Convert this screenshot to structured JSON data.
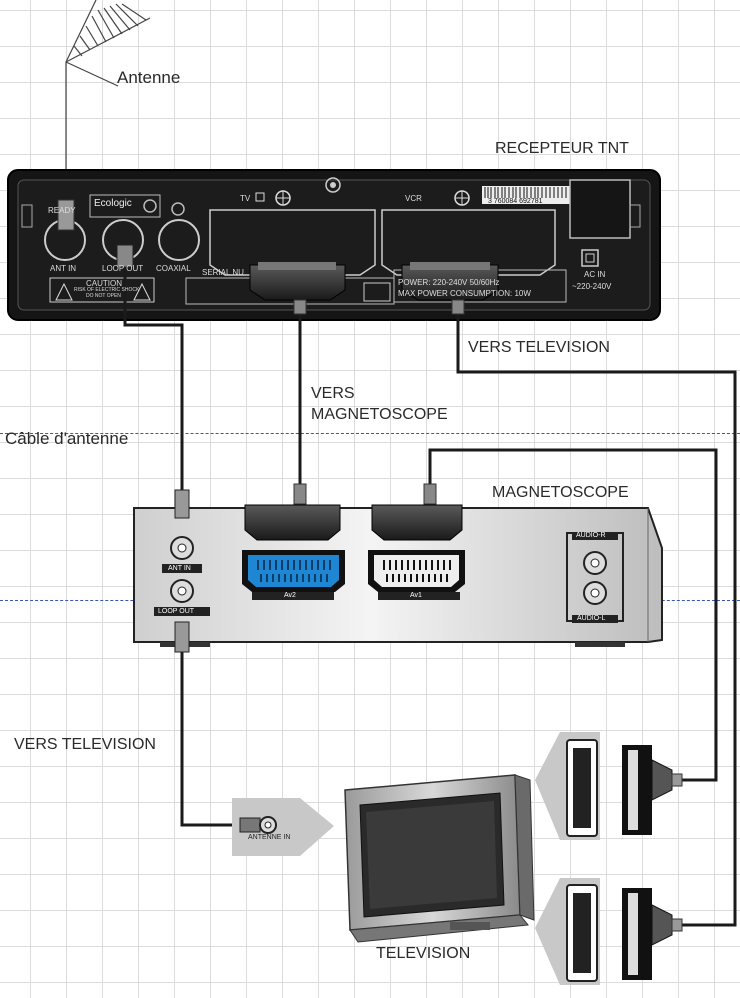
{
  "labels": {
    "antenna": "Antenne",
    "receiver": "RECEPTEUR TNT",
    "to_tv_top": "VERS TELEVISION",
    "to_vcr_line1": "VERS",
    "to_vcr_line2": "MAGNETOSCOPE",
    "antenna_cable": "Câble d'antenne",
    "vcr": "MAGNETOSCOPE",
    "to_tv_left": "VERS TELEVISION",
    "television": "TELEVISION",
    "antenne_in": "ANTENNE IN"
  },
  "receiver_panel": {
    "brand": "Ecologic",
    "ready": "READY",
    "ant_in": "ANT IN",
    "loop_out": "LOOP OUT",
    "coaxial": "COAXIAL",
    "serial": "SERIAL NU",
    "tv": "TV",
    "vcr": "VCR",
    "barcode": "3 760084 692781",
    "caution": "CAUTION",
    "caution_sub1": "RISK OF ELECTRIC SHOCK",
    "caution_sub2": "DO NOT OPEN",
    "power_line1": "POWER: 220-240V 50/60Hz",
    "power_line2": "MAX POWER CONSUMPTION: 10W",
    "ac_in": "AC IN",
    "ac_range": "~220-240V"
  },
  "vcr_panel": {
    "ant_in": "ANT IN",
    "loop_out": "LOOP OUT",
    "av2": "Av2",
    "av1": "Av1",
    "audio_r": "AUDIO-R",
    "audio_l": "AUDIO-L"
  },
  "colors": {
    "cable": "#1a1a1a",
    "grid": "#dcdcdc",
    "dash": "#3b54b5",
    "scart_blue": "#1f86d4"
  }
}
